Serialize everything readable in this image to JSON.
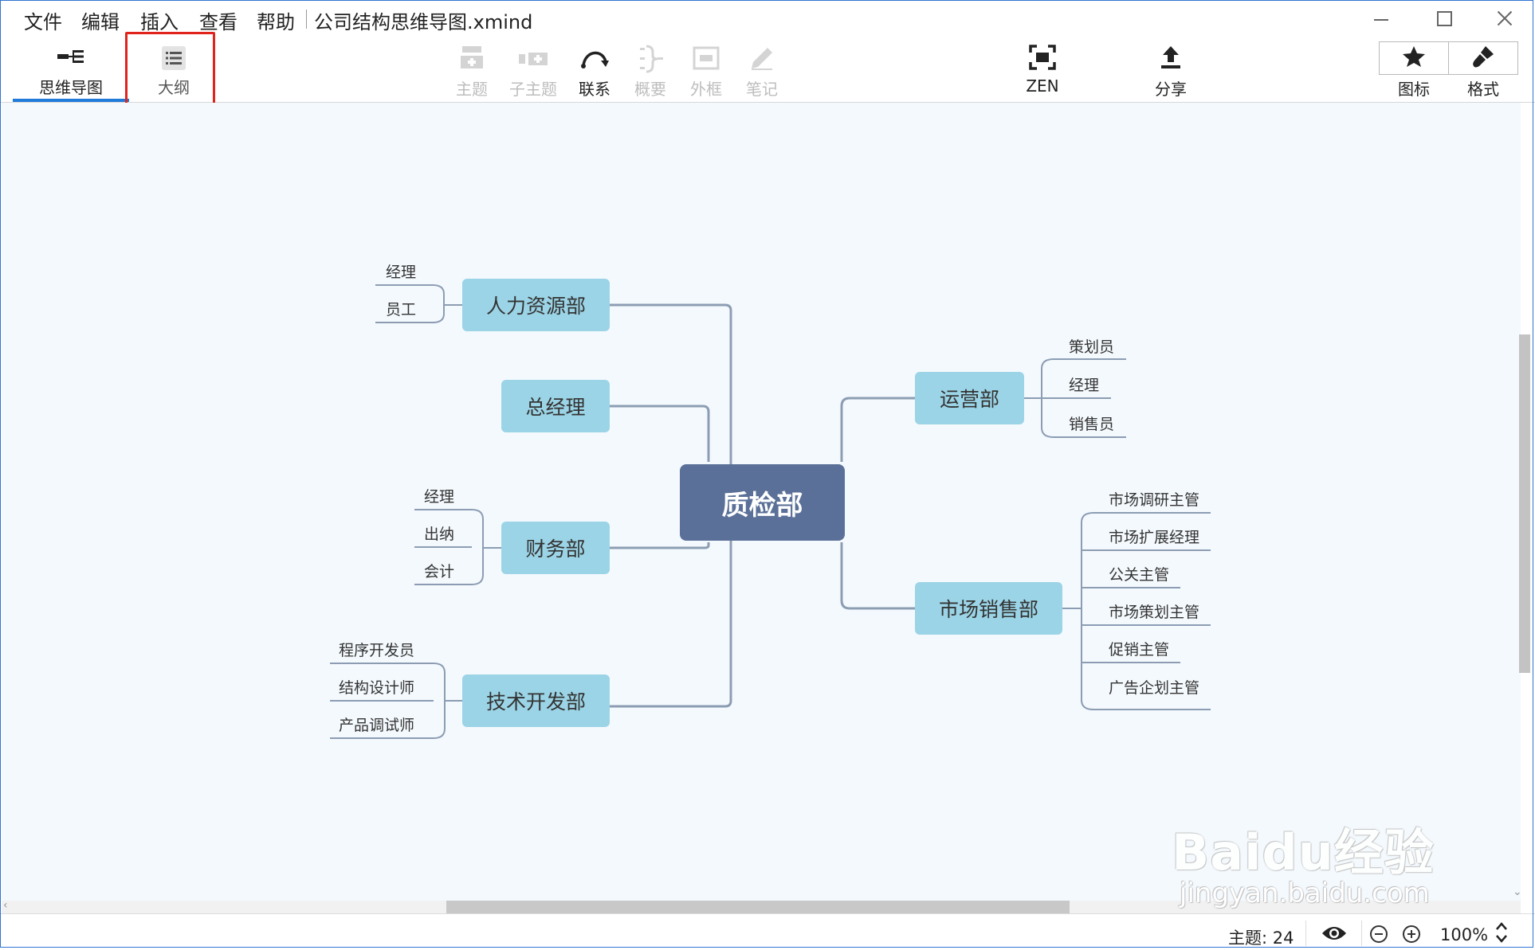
{
  "menu": [
    "文件",
    "编辑",
    "插入",
    "查看",
    "帮助"
  ],
  "document_title": "公司结构思维导图.xmind",
  "toolbar": {
    "tabs": [
      {
        "label": "思维导图",
        "icon": "mindmap-icon",
        "active": true
      },
      {
        "label": "大纲",
        "icon": "outline-list-icon",
        "active": false
      }
    ],
    "tools": [
      {
        "label": "主题",
        "icon": "topic-icon",
        "enabled": false
      },
      {
        "label": "子主题",
        "icon": "subtopic-icon",
        "enabled": false
      },
      {
        "label": "联系",
        "icon": "relationship-icon",
        "enabled": true
      },
      {
        "label": "概要",
        "icon": "summary-icon",
        "enabled": false
      },
      {
        "label": "外框",
        "icon": "boundary-icon",
        "enabled": false
      },
      {
        "label": "笔记",
        "icon": "notes-icon",
        "enabled": false
      }
    ],
    "zen": {
      "label": "ZEN",
      "icon": "zen-icon"
    },
    "share": {
      "label": "分享",
      "icon": "share-upload-icon"
    },
    "icons_panel": {
      "label": "图标",
      "icon": "star-icon"
    },
    "format_panel": {
      "label": "格式",
      "icon": "brush-icon"
    }
  },
  "mindmap": {
    "root": "质检部",
    "branches": [
      {
        "key": "hr",
        "label": "人力资源部",
        "children": [
          "经理",
          "员工"
        ]
      },
      {
        "key": "gm",
        "label": "总经理",
        "children": []
      },
      {
        "key": "finance",
        "label": "财务部",
        "children": [
          "经理",
          "出纳",
          "会计"
        ]
      },
      {
        "key": "tech",
        "label": "技术开发部",
        "children": [
          "程序开发员",
          "结构设计师",
          "产品调试师"
        ]
      },
      {
        "key": "ops",
        "label": "运营部",
        "children": [
          "策划员",
          "经理",
          "销售员"
        ]
      },
      {
        "key": "sales",
        "label": "市场销售部",
        "children": [
          "市场调研主管",
          "市场扩展经理",
          "公关主管",
          "市场策划主管",
          "促销主管",
          "广告企划主管"
        ]
      }
    ]
  },
  "status": {
    "topic_count": "主题: 24",
    "zoom": "100%"
  },
  "colors": {
    "root_fill": "#5a7098",
    "topic_fill": "#9bd4e6",
    "connector": "#8c9db3",
    "canvas_bg": "#f4f9fd",
    "highlight": "#e0231b",
    "active_tab": "#1f7bd9"
  },
  "watermark": {
    "brand": "Baidu经验",
    "url": "jingyan.baidu.com"
  }
}
